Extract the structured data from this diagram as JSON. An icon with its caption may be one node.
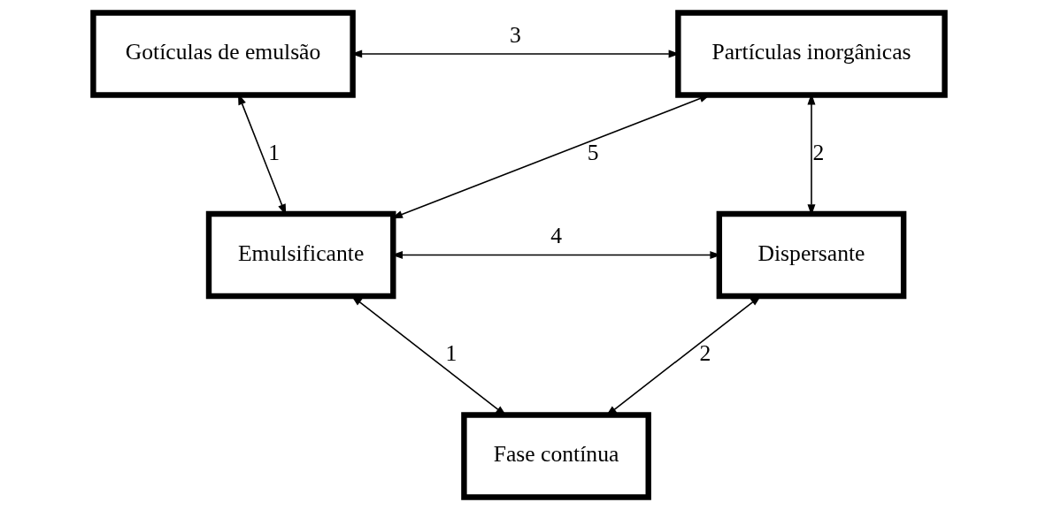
{
  "diagram": {
    "nodes": [
      {
        "text": [
          "Gotículas de emulsão"
        ]
      },
      {
        "text": [
          "Partículas inorgânicas"
        ]
      },
      {
        "text": [
          "Emulsificante"
        ]
      },
      {
        "text": [
          "Dispersante"
        ]
      },
      {
        "text": [
          "Fase contínua"
        ]
      }
    ],
    "edges": [
      {
        "from": 0,
        "to": 1,
        "arrow": "both",
        "label": "3"
      },
      {
        "from": 2,
        "to": 0,
        "arrow": "both",
        "label": "1"
      },
      {
        "from": 1,
        "to": 3,
        "arrow": "both",
        "label": "2"
      },
      {
        "from": 2,
        "to": 1,
        "arrow": "both",
        "label": "5"
      },
      {
        "from": 2,
        "to": 3,
        "arrow": "both",
        "label": "4"
      },
      {
        "from": 2,
        "to": 4,
        "arrow": "both",
        "label": "1"
      },
      {
        "from": 4,
        "to": 3,
        "arrow": "both",
        "label": "2"
      }
    ]
  }
}
